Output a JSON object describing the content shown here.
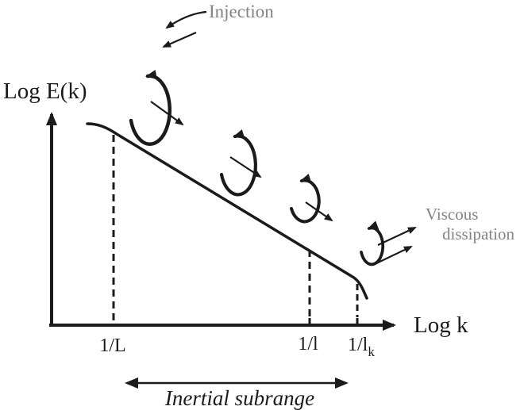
{
  "axes": {
    "y_label": "Log E(k)",
    "x_label": "Log k",
    "x_ticks": [
      {
        "label": "1/L"
      },
      {
        "label": "1/l"
      },
      {
        "label": "1/l",
        "subscript": "k"
      }
    ]
  },
  "annotations": {
    "injection": "Injection",
    "viscous_line1": "Viscous",
    "viscous_line2": "dissipation",
    "inertial_subrange": "Inertial subrange"
  },
  "icons": {
    "eddy_spiral": "curled-eddy-arrow",
    "cascade_arrow": "diagonal-transfer-arrow",
    "axis_arrow": "axis-arrowhead",
    "range_arrow": "double-headed-arrow"
  },
  "colors": {
    "ink": "#1b1b1b",
    "muted_text": "#848484",
    "background": "#ffffff"
  }
}
